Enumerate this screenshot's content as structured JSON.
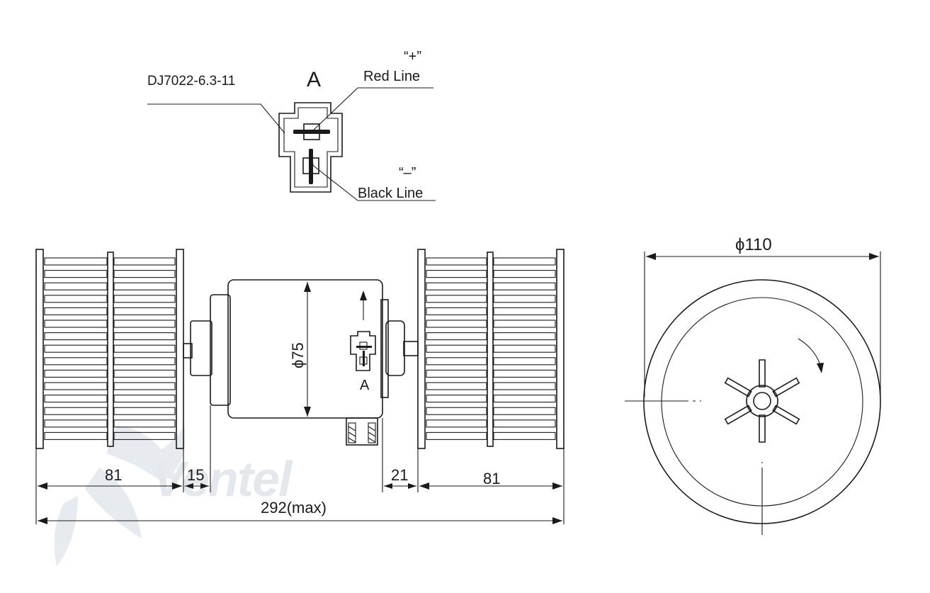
{
  "connector": {
    "part_number": "DJ7022-6.3-11",
    "view_label": "A",
    "plus_symbol": "“+”",
    "plus_line": "Red Line",
    "minus_symbol": "“–”",
    "minus_line": "Black Line"
  },
  "side_view": {
    "motor_diameter": "ϕ75",
    "connector_label": "A",
    "dim_left_wheel": "81",
    "dim_left_gap": "15",
    "dim_right_gap": "21",
    "dim_right_wheel": "81",
    "dim_overall": "292(max)"
  },
  "front_view": {
    "wheel_diameter": "ϕ110"
  },
  "watermark": {
    "text": "Ventel",
    "color": "#cfd6e0"
  }
}
